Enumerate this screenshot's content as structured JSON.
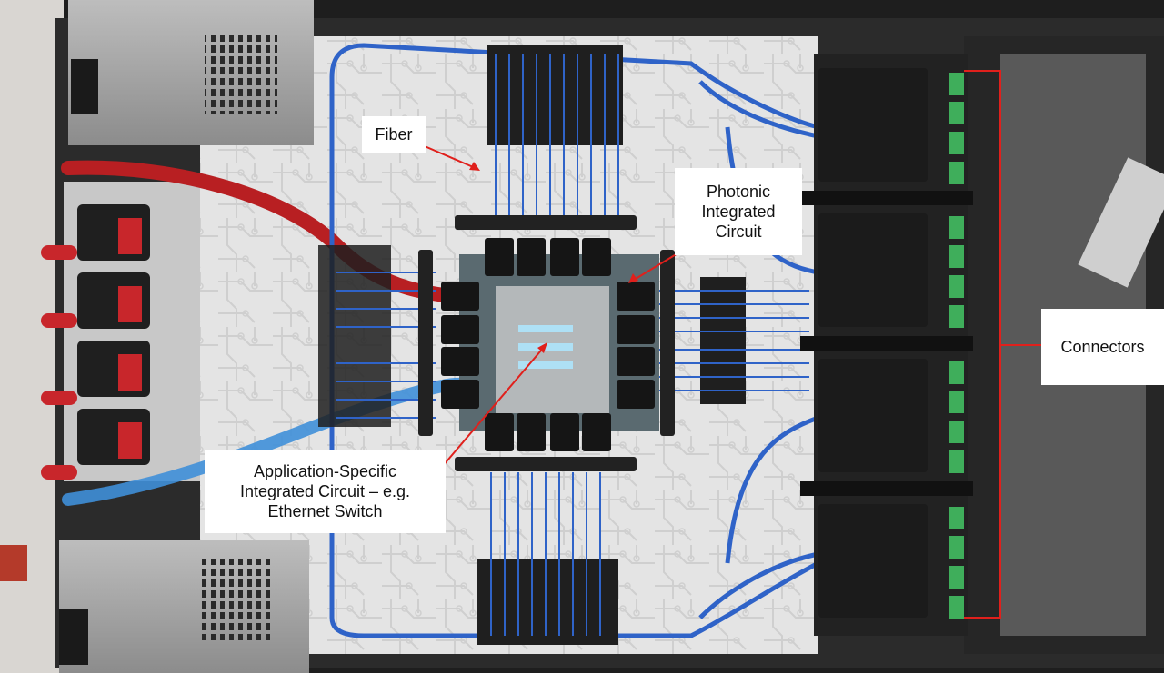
{
  "image": {
    "subject": "photo of opened network switch chassis with co-packaged optics",
    "colors": {
      "board": "#e3e3e3",
      "trace": "#c9c9c9",
      "fiber": "#2f63c8",
      "coolant_tube": "#b81f22",
      "arrow": "#e0201c",
      "connector_body": "#222222",
      "terminal": "#3fae5b",
      "chassis": "#2b2b2b",
      "psu_metal": "#a8a8a8"
    }
  },
  "labels": {
    "fiber": "Fiber",
    "pic_line1": "Photonic",
    "pic_line2": "Integrated",
    "pic_line3": "Circuit",
    "connectors": "Connectors",
    "asic_line1": "Application-Specific",
    "asic_line2": "Integrated Circuit – e.g.",
    "asic_line3": "Ethernet Switch"
  }
}
